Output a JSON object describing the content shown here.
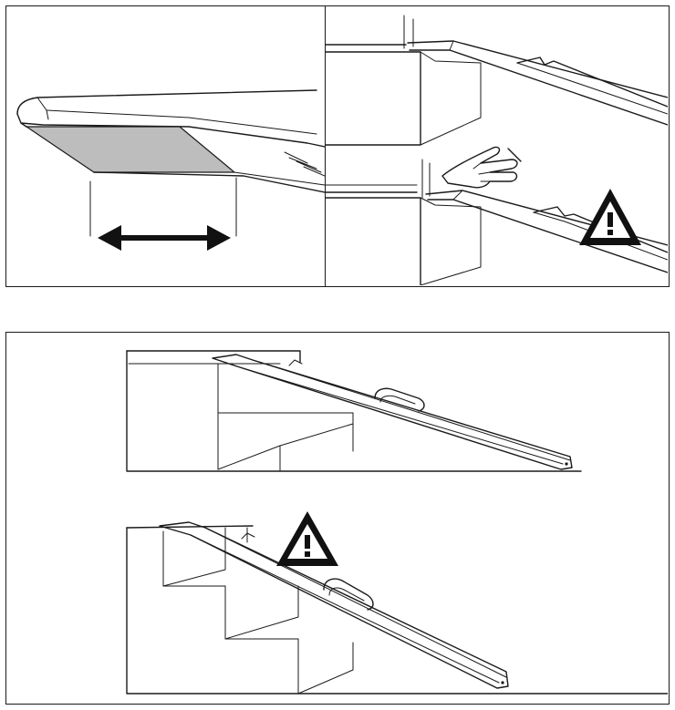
{
  "figure": {
    "panels": [
      {
        "id": "surface-width",
        "icons": [
          "double-arrow-icon"
        ]
      },
      {
        "id": "ramp-hook-check",
        "icons": [
          "pointing-hand-icon",
          "warning-icon"
        ]
      },
      {
        "id": "ramp-on-stairs",
        "icons": [
          "warning-icon"
        ]
      }
    ],
    "warning_symbol": "!",
    "colors": {
      "line": "#1a1a1a",
      "surface_fill": "#bdbdbd",
      "background": "#ffffff"
    }
  }
}
